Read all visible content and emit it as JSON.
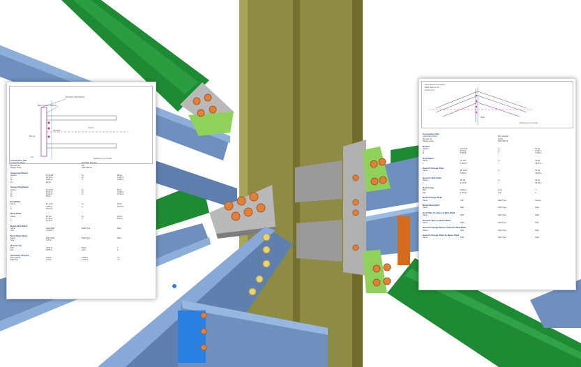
{
  "scene": {
    "colors": {
      "column": "#8e8b44",
      "steel_beam": "#6f90bf",
      "brace": "#1f8a34",
      "plate": "#b9b9b9",
      "bolt": "#e0803a",
      "weld": "#8fd15a"
    }
  },
  "sheet_left": {
    "drawing_labels": [
      "End Plate / Bolts/Welds",
      "Beam Flange / Stiffener",
      "Web Bolt",
      "Bolt grp",
      "Drawing is not to scale",
      "Section",
      "Col"
    ],
    "sections": [
      {
        "title": "Connection Info",
        "rows": [
          [
            "Connection Name :",
            "End Plate Moment"
          ],
          [
            "Member ID :",
            "B3"
          ],
          [
            "Design Code :",
            "AISC 360-16"
          ]
        ]
      },
      {
        "title": "Supported Beam",
        "rows": [
          [
            "Section :",
            "W 24x68",
            "Fy :",
            "50 ksi"
          ],
          [
            "d :",
            "23.73 in",
            "tw :",
            "0.415 in"
          ],
          [
            "bf :",
            "8.965 in",
            "tf :",
            "0.585 in"
          ],
          [
            "Fu :",
            "65 ksi",
            "",
            ""
          ]
        ]
      },
      {
        "title": "Supporting Beam",
        "rows": [
          [
            "Section :",
            "W 14x90",
            "Fy :",
            "50 ksi"
          ],
          [
            "d :",
            "14.02 in",
            "tw :",
            "0.440 in"
          ],
          [
            "bf :",
            "14.52 in",
            "tf :",
            "0.710 in"
          ],
          [
            "Fu :",
            "65 ksi",
            "",
            ""
          ]
        ]
      },
      {
        "title": "End Plate",
        "rows": [
          [
            "Name :",
            "PL 1x10",
            "Fy :",
            "36 ksi"
          ],
          [
            "t :",
            "1.000 in",
            "b :",
            "10.00 in"
          ],
          [
            "h :",
            "30.00 in",
            "",
            ""
          ]
        ]
      },
      {
        "title": "Back Plate",
        "rows": [
          [
            "Name :",
            "PL 3/4",
            "Fy :",
            "36 ksi"
          ],
          [
            "t :",
            "0.750 in",
            "b :",
            "8.00 in"
          ],
          [
            "h :",
            "12.00 in",
            "",
            ""
          ]
        ]
      },
      {
        "title": "Beam Web Weld",
        "rows": [
          [
            "Name :",
            "Fillet Weld",
            "Weld Type :",
            "Fillet"
          ],
          [
            "Size :",
            "0.3125 in",
            "",
            ""
          ]
        ]
      },
      {
        "title": "Back Plate Weld",
        "rows": [
          [
            "Name :",
            "Fillet Weld",
            "Weld Type :",
            "Fillet"
          ],
          [
            "Size :",
            "0.25 in",
            "",
            ""
          ]
        ]
      },
      {
        "title": "Bolt Group",
        "rows": [
          [
            "Bolt :",
            "A325-N",
            "Rows :",
            "4"
          ],
          [
            "Dia :",
            "0.875 in",
            "Cols :",
            "2"
          ]
        ]
      },
      {
        "title": "Geometry Checks",
        "rows": [
          [
            "Bolt spacing",
            "3.00 in",
            "2.625 in",
            "OK"
          ],
          [
            "Edge dist",
            "1.50 in",
            "1.125 in",
            "OK"
          ]
        ]
      }
    ]
  },
  "sheet_right": {
    "drawing_labels": [
      "Apex Haunch Connection",
      "Rafter Slope 1:12",
      "Drawing is not to scale",
      "Section A-A",
      "Bolts"
    ],
    "sections": [
      {
        "title": "Connection Info",
        "rows": [
          [
            "Connection Name :",
            "Apex Haunch"
          ],
          [
            "Member ID :",
            "R1-R2"
          ],
          [
            "Design Code :",
            "AISC 360-16"
          ]
        ]
      },
      {
        "title": "Beams",
        "rows": [
          [
            "Section :",
            "W 21x44",
            "Fy :",
            "50 ksi"
          ],
          [
            "d :",
            "20.66 in",
            "tw :",
            "0.350 in"
          ],
          [
            "bf :",
            "6.500 in",
            "tf :",
            "0.450 in"
          ]
        ]
      },
      {
        "title": "End Plates",
        "rows": [
          [
            "Name :",
            "PL 1x8",
            "Fy :",
            "36 ksi"
          ],
          [
            "t :",
            "1.000 in",
            "h :",
            "28.00 in"
          ]
        ]
      },
      {
        "title": "Haunch Flange Plate",
        "rows": [
          [
            "Name :",
            "PL 1/2x6",
            "Fy :",
            "50 ksi"
          ],
          [
            "t :",
            "0.500 in",
            "L :",
            "36.00 in"
          ]
        ]
      },
      {
        "title": "Haunch Web Plate",
        "rows": [
          [
            "Name :",
            "PL 3/8",
            "Fy :",
            "50 ksi"
          ],
          [
            "t :",
            "0.375 in",
            "L :",
            "36.00 in"
          ]
        ]
      },
      {
        "title": "Bolt Group",
        "rows": [
          [
            "Bolt :",
            "A490-N",
            "Rows :",
            "4"
          ],
          [
            "Dia :",
            "1.000 in",
            "Cols :",
            "2"
          ]
        ]
      },
      {
        "title": "Beam Flange Weld",
        "rows": [
          [
            "Name :",
            "CJP",
            "Weld Type :",
            "Groove"
          ]
        ]
      },
      {
        "title": "Beam Web Weld",
        "rows": [
          [
            "Name :",
            "Fillet",
            "Weld Type :",
            "Fillet"
          ]
        ]
      },
      {
        "title": "End Plate To Haunch Web Weld",
        "rows": [
          [
            "Name :",
            "Fillet",
            "Weld Type :",
            "Fillet"
          ]
        ]
      },
      {
        "title": "Haunch Web to Beam Weld",
        "rows": [
          [
            "Name :",
            "Fillet",
            "Weld Type :",
            "Fillet"
          ]
        ]
      },
      {
        "title": "Haunch Flange Plate to Haunch Web Weld",
        "rows": [
          [
            "Name :",
            "Fillet",
            "Weld Type :",
            "Fillet"
          ]
        ]
      },
      {
        "title": "Haunch Flange Plate To Beam Weld",
        "rows": [
          [
            "Name :",
            "Fillet",
            "Weld Type :",
            "Fillet"
          ]
        ]
      }
    ]
  }
}
